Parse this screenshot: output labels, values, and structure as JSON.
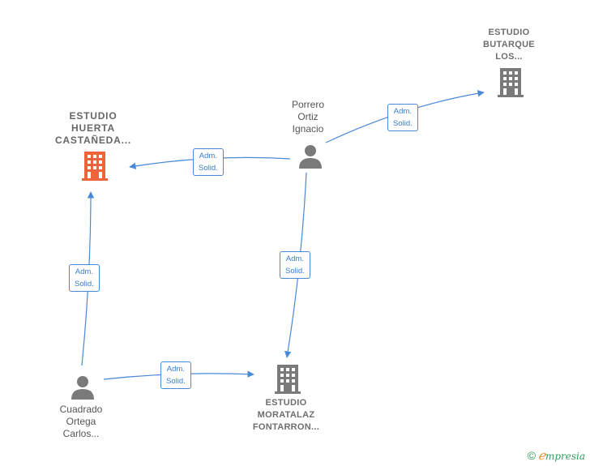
{
  "nodes": {
    "huerta": {
      "label": "ESTUDIO\nHUERTA\nCASTAÑEDA...",
      "icon": "building-icon",
      "color": "#f0643c"
    },
    "butarque": {
      "label": "ESTUDIO\nBUTARQUE\nLOS...",
      "icon": "building-icon",
      "color": "#7a7a7a"
    },
    "moratalaz": {
      "label": "ESTUDIO\nMORATALAZ\nFONTARRON...",
      "icon": "building-icon",
      "color": "#7a7a7a"
    },
    "porrero": {
      "label": "Porrero\nOrtiz\nIgnacio",
      "icon": "person-icon",
      "color": "#7a7a7a"
    },
    "cuadrado": {
      "label": "Cuadrado\nOrtega\nCarlos...",
      "icon": "person-icon",
      "color": "#7a7a7a"
    }
  },
  "edges": [
    {
      "id": "porrero-huerta",
      "label": "Adm.\nSolid."
    },
    {
      "id": "porrero-butarque",
      "label": "Adm.\nSolid."
    },
    {
      "id": "porrero-moratalaz",
      "label": "Adm.\nSolid."
    },
    {
      "id": "cuadrado-huerta",
      "label": "Adm.\nSolid."
    },
    {
      "id": "cuadrado-moratalaz",
      "label": "Adm.\nSolid."
    }
  ],
  "colors": {
    "edge": "#4a89d6",
    "accent": "#f0643c"
  },
  "brand": {
    "copyright": "©",
    "e": "ℯ",
    "rest": "mpresia"
  }
}
